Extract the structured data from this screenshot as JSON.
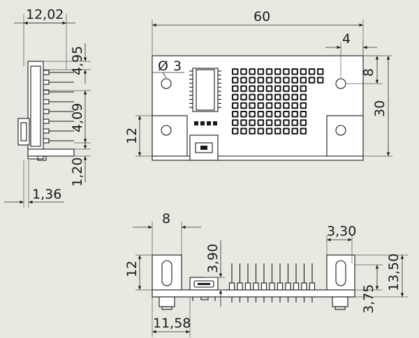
{
  "dimensions": {
    "side_width": "12,02",
    "side_top": "4,95",
    "side_mid": "4,09",
    "side_bottom": "1,20",
    "side_base": "1,36",
    "top_width": "60",
    "hole_dia": "3",
    "hole_offset_x": "4",
    "hole_offset_y": "8",
    "top_height": "30",
    "top_left_height": "12",
    "front_tab_width": "8",
    "front_left_height": "12",
    "front_usb_height": "3,90",
    "front_pin_offset": "3,30",
    "front_right_height": "13,50",
    "front_right_low": "3,75",
    "front_usb_offset": "11,58"
  },
  "symbols": {
    "diameter": "Ø"
  },
  "views": {
    "side": {
      "header_pin_count": 8
    },
    "top": {
      "led_rows": 8,
      "led_cols": 11,
      "usb_pins": 4
    },
    "front": {
      "pin_count": 11
    }
  }
}
